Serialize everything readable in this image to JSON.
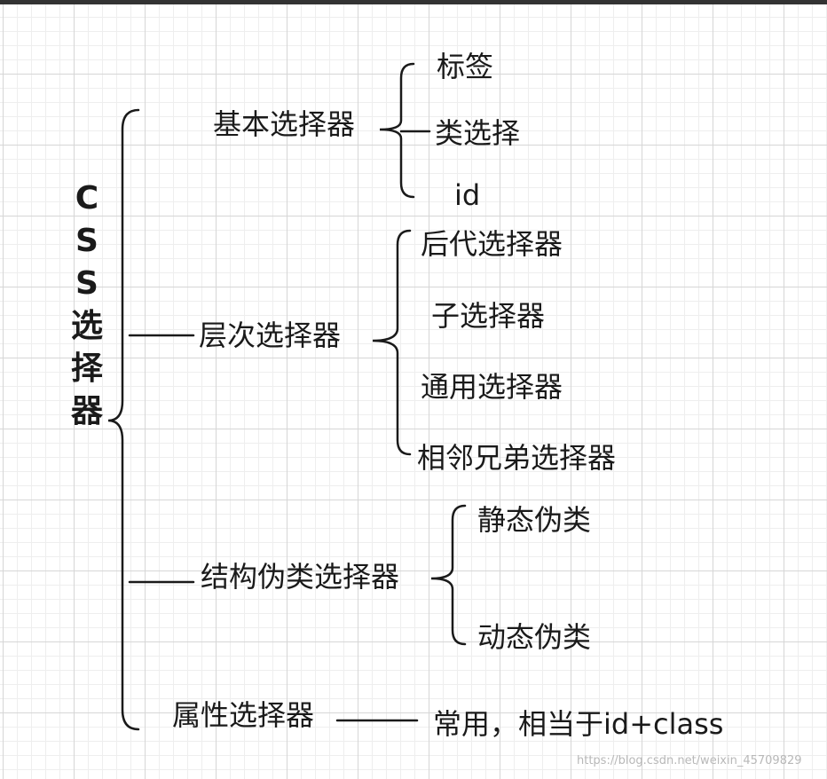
{
  "root": {
    "chars": [
      "C",
      "S",
      "S",
      "选",
      "择",
      "器"
    ]
  },
  "groups": [
    {
      "label": "基本选择器",
      "children": [
        "标签",
        "类选择",
        "id"
      ]
    },
    {
      "label": "层次选择器",
      "children": [
        "后代选择器",
        "子选择器",
        "通用选择器",
        "相邻兄弟选择器"
      ]
    },
    {
      "label": "结构伪类选择器",
      "children": [
        "静态伪类",
        "动态伪类"
      ]
    },
    {
      "label": "属性选择器",
      "children": [
        "常用，相当于id+class"
      ]
    }
  ],
  "watermark": "https://blog.csdn.net/weixin_45709829",
  "colors": {
    "line": "#1a1a1a",
    "text": "#1a1a1a",
    "grid": "#d6d6d6",
    "topbar": "#333333"
  }
}
